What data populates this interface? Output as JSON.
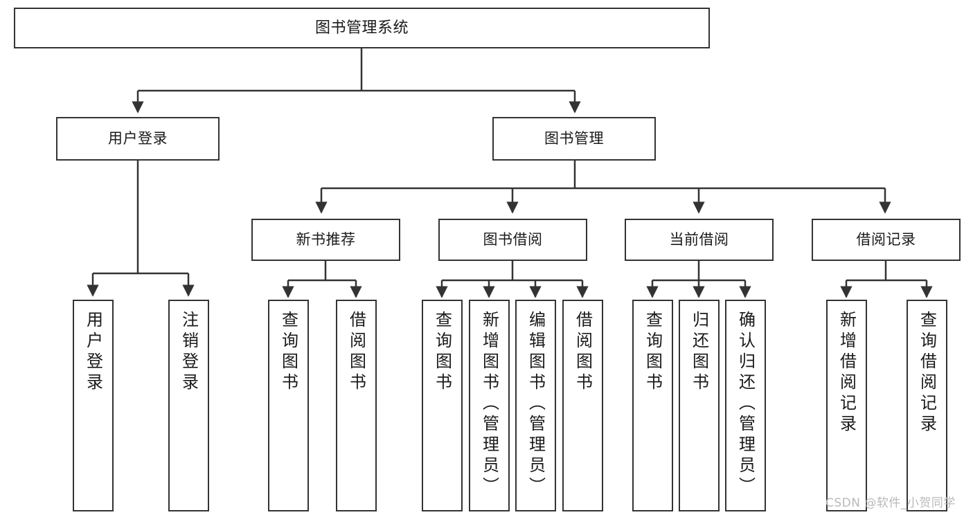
{
  "diagram": {
    "type": "tree",
    "title": "图书管理系统",
    "orientation": "top-down",
    "colors": {
      "node_border": "#333333",
      "node_fill": "#ffffff",
      "connector": "#333333",
      "text": "#1a1a1a",
      "watermark": "#b9b9b9"
    },
    "root": {
      "id": "root",
      "label": "图书管理系统"
    },
    "level2": [
      {
        "id": "user-login",
        "label": "用户登录"
      },
      {
        "id": "book-manage",
        "label": "图书管理"
      }
    ],
    "level3": [
      {
        "id": "new-book-rec",
        "label": "新书推荐",
        "parent": "book-manage"
      },
      {
        "id": "book-borrow",
        "label": "图书借阅",
        "parent": "book-manage"
      },
      {
        "id": "current-borrow",
        "label": "当前借阅",
        "parent": "book-manage"
      },
      {
        "id": "borrow-record",
        "label": "借阅记录",
        "parent": "book-manage"
      }
    ],
    "leaves": [
      {
        "id": "leaf-user-login",
        "label": "用户登录",
        "parent": "user-login"
      },
      {
        "id": "leaf-logout",
        "label": "注销登录",
        "parent": "user-login"
      },
      {
        "id": "leaf-query-book-1",
        "label": "查询图书",
        "parent": "new-book-rec"
      },
      {
        "id": "leaf-borrow-book-1",
        "label": "借阅图书",
        "parent": "new-book-rec"
      },
      {
        "id": "leaf-query-book-2",
        "label": "查询图书",
        "parent": "book-borrow"
      },
      {
        "id": "leaf-add-book",
        "label": "新增图书（管理员）",
        "parent": "book-borrow"
      },
      {
        "id": "leaf-edit-book",
        "label": "编辑图书（管理员）",
        "parent": "book-borrow"
      },
      {
        "id": "leaf-borrow-book-2",
        "label": "借阅图书",
        "parent": "book-borrow"
      },
      {
        "id": "leaf-query-book-3",
        "label": "查询图书",
        "parent": "current-borrow"
      },
      {
        "id": "leaf-return-book",
        "label": "归还图书",
        "parent": "current-borrow"
      },
      {
        "id": "leaf-confirm-return",
        "label": "确认归还（管理员）",
        "parent": "current-borrow"
      },
      {
        "id": "leaf-add-record",
        "label": "新增借阅记录",
        "parent": "borrow-record"
      },
      {
        "id": "leaf-query-record",
        "label": "查询借阅记录",
        "parent": "borrow-record"
      }
    ]
  },
  "watermark": {
    "text": "CSDN @软件_小贺同学"
  }
}
